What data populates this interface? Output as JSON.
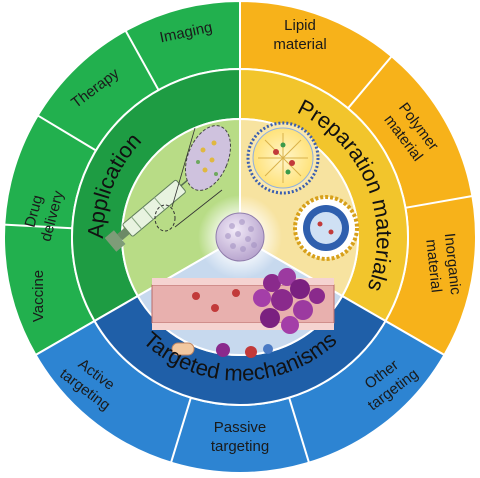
{
  "sectors": {
    "application": {
      "title": "Application",
      "items": [
        "Vaccine",
        "Drug delivery",
        "Therapy",
        "Imaging"
      ],
      "colors": {
        "outer": "#22b04e",
        "inner": "#1e9c43",
        "center": "#b8dc86"
      }
    },
    "preparation": {
      "title": "Preparation materials",
      "items": [
        "Lipid material",
        "Polymer material",
        "Inorganic material"
      ],
      "colors": {
        "outer": "#f7b21a",
        "inner": "#f2c52c",
        "center": "#f7e3a0"
      }
    },
    "targeted": {
      "title": "Targeted mechanisms",
      "items": [
        "Active targeting",
        "Passive targeting",
        "Other targeting"
      ],
      "colors": {
        "outer": "#2d84d2",
        "inner": "#1f5fa8",
        "center": "#c7d9ee"
      }
    }
  },
  "center_icon": "nanoparticle-sphere"
}
